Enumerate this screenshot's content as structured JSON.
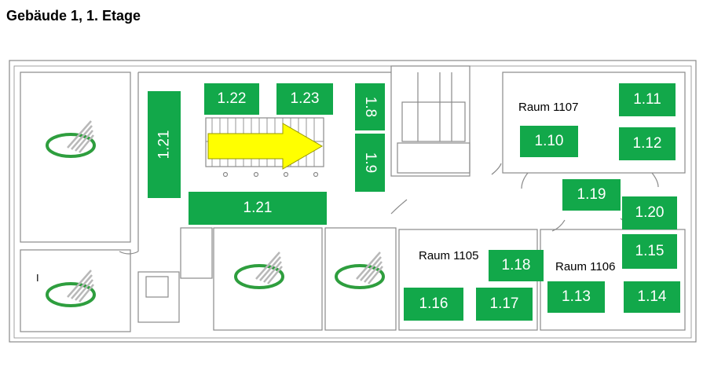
{
  "title": "Gebäude 1, 1. Etage",
  "room_labels": {
    "r1107": "Raum 1107",
    "r1105": "Raum 1105",
    "r1106": "Raum 1106",
    "small_mark": "I"
  },
  "room_numbers": {
    "n121_vertical": "1.21",
    "n121_horizontal": "1.21",
    "n122": "1.22",
    "n123": "1.23",
    "n18": "1.8",
    "n19": "1.9",
    "n110": "1.10",
    "n111": "1.11",
    "n112": "1.12",
    "n113": "1.13",
    "n114": "1.14",
    "n115": "1.15",
    "n116": "1.16",
    "n117": "1.17",
    "n118": "1.18",
    "n119": "1.19",
    "n120": "1.20"
  },
  "colors": {
    "room_box": "#12a84a",
    "arrow_fill": "#ffff00",
    "logo_ring": "#2e9e3e",
    "wall": "#8a8a8a"
  },
  "icons": {
    "arrow": "yellow-direction-arrow",
    "logo": "green-ring-logo"
  }
}
